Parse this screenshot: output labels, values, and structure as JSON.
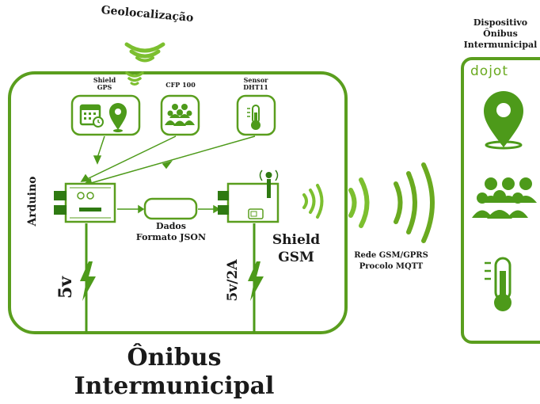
{
  "geolocation": {
    "label": "Geolocalização"
  },
  "sensors": [
    {
      "label": "Shield\nGPS"
    },
    {
      "label": "CFP 100"
    },
    {
      "label": "Sensor\nDHT11"
    }
  ],
  "arduino": {
    "label": "Arduino",
    "power": "5v"
  },
  "gsm": {
    "label_line1": "Shield",
    "label_line2": "GSM",
    "power": "5v/2A"
  },
  "link": {
    "line1": "Dados",
    "line2": "Formato JSON"
  },
  "network": {
    "line1": "Rede GSM/GPRS",
    "line2": "Procolo MQTT"
  },
  "bus": {
    "line1": "Ônibus",
    "line2": "Intermunicipal"
  },
  "device": {
    "title_line1": "Dispositivo",
    "title_line2": "Ônibus",
    "title_line3": "Intermunicipal",
    "brand": "dojot"
  },
  "colors": {
    "green": "#5a9e1e",
    "light_green": "#8cc63f",
    "dark_green": "#3d7a0f",
    "text": "#1a1a1a"
  }
}
